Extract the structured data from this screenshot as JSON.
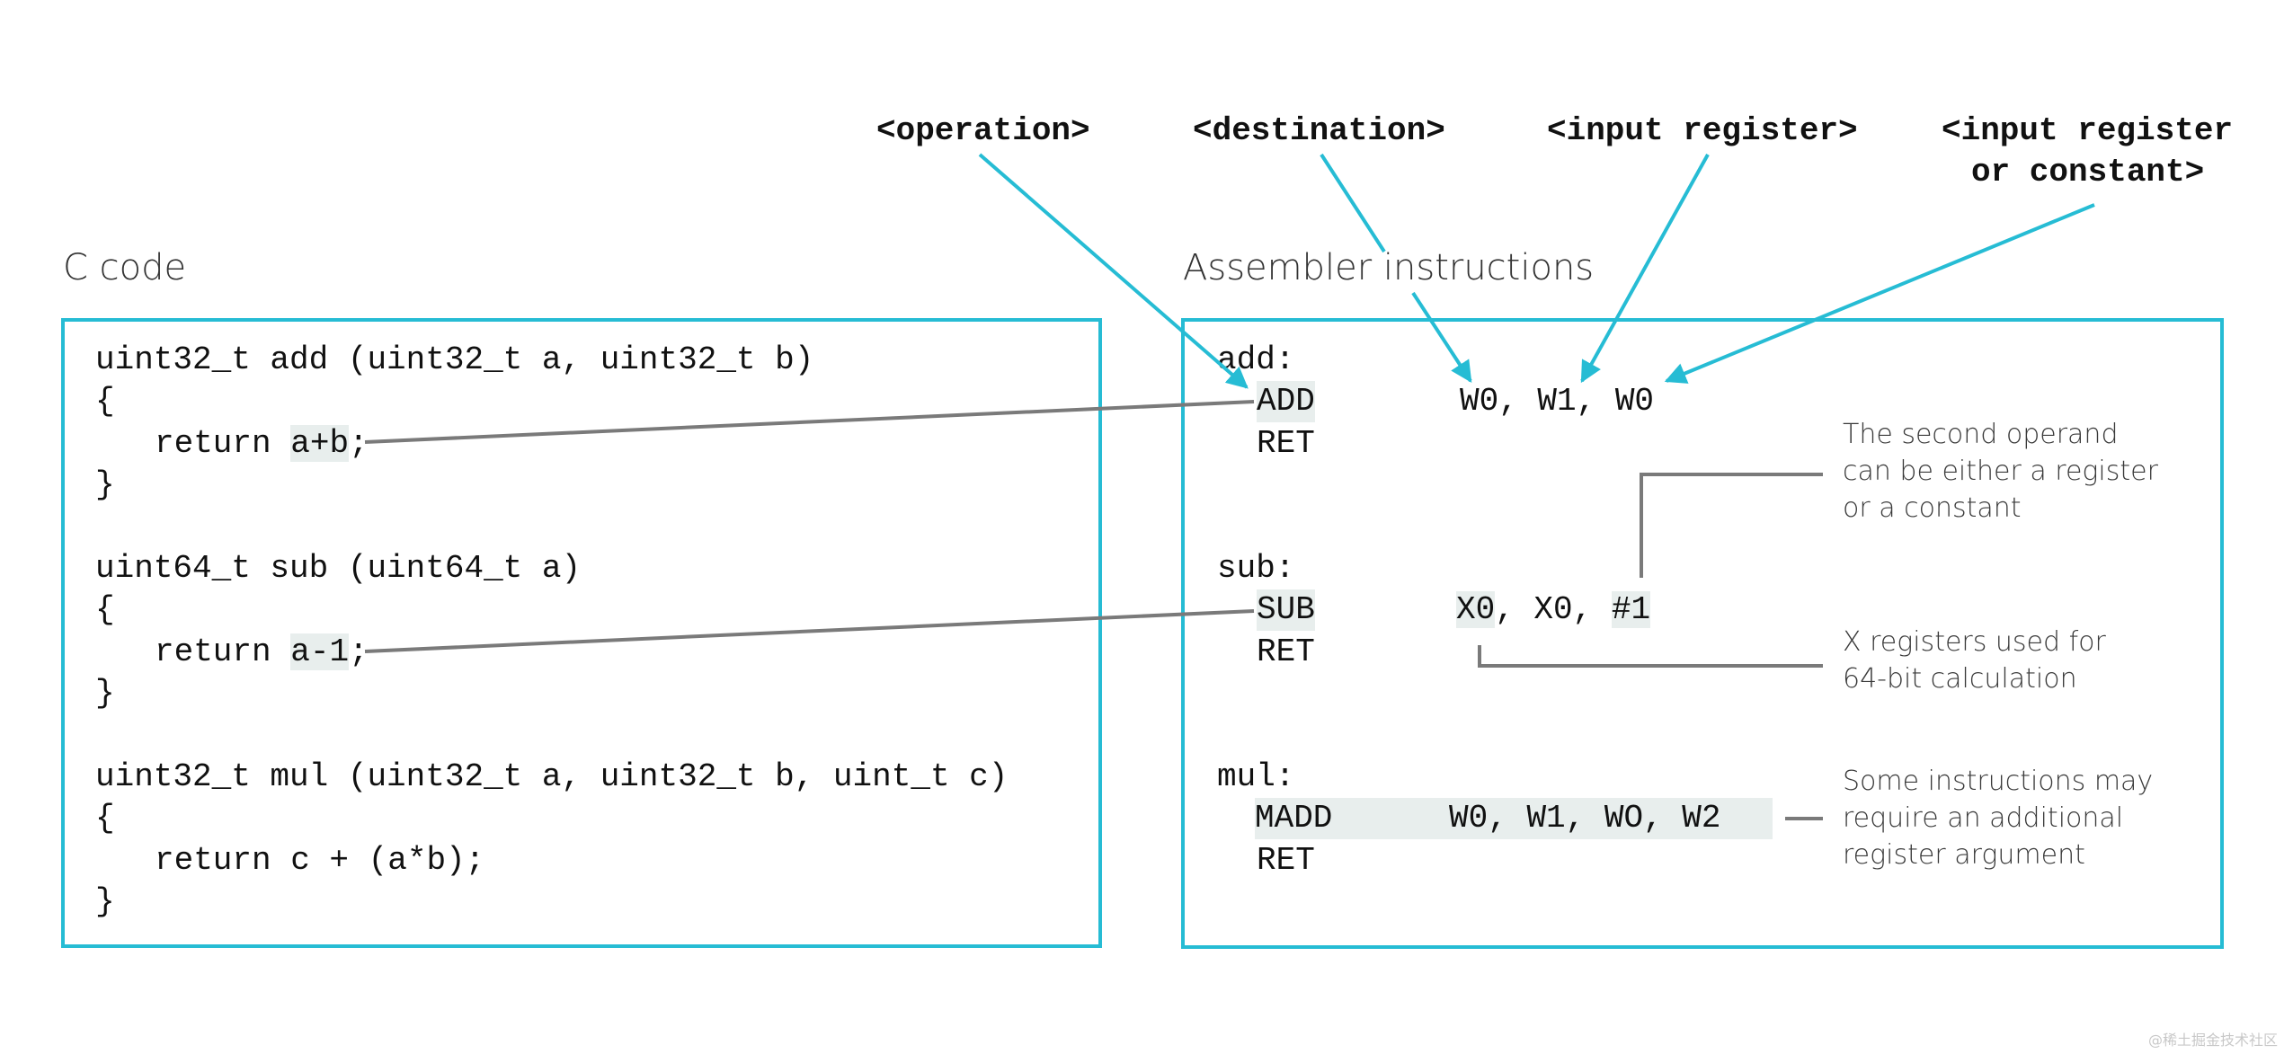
{
  "headings": {
    "c_code": "C code",
    "asm": "Assembler instructions"
  },
  "top_labels": {
    "operation": "<operation>",
    "destination": "<destination>",
    "input_register": "<input register>",
    "input_register_or_constant_1": "<input register",
    "input_register_or_constant_2": "or constant>"
  },
  "c_code": {
    "add_sig": "uint32_t add (uint32_t a, uint32_t b)",
    "add_open": "{",
    "add_return_kw": "return ",
    "add_expr": "a+b",
    "add_semi": ";",
    "add_close": "}",
    "sub_sig": "uint64_t sub (uint64_t a)",
    "sub_open": "{",
    "sub_return_kw": "return ",
    "sub_expr": "a-1",
    "sub_semi": ";",
    "sub_close": "}",
    "mul_sig": "uint32_t mul (uint32_t a, uint32_t b, uint_t c)",
    "mul_open": "{",
    "mul_return": "return c + (a*b);",
    "mul_close": "}"
  },
  "asm": {
    "add_label": "add:",
    "add_op": "ADD",
    "add_args": "W0, W1, W0",
    "add_ret": "RET",
    "sub_label": "sub:",
    "sub_op": "SUB",
    "sub_x0a": "X0",
    "sub_mid": ", X0, ",
    "sub_const": "#1",
    "sub_ret": "RET",
    "mul_label": "mul:",
    "mul_line": "MADD      W0, W1, WO, W2",
    "mul_ret": "RET"
  },
  "notes": {
    "second_operand_1": "The second operand",
    "second_operand_2": "can be either a register",
    "second_operand_3": "or a constant",
    "x_regs_1": "X registers used for",
    "x_regs_2": "64-bit calculation",
    "madd_1": "Some instructions may",
    "madd_2": "require an additional",
    "madd_3": "register argument"
  },
  "watermark": "@稀土掘金技术社区",
  "colors": {
    "accent": "#26bcd4",
    "connector": "#7a7a7a",
    "highlight": "#e8eeed"
  }
}
